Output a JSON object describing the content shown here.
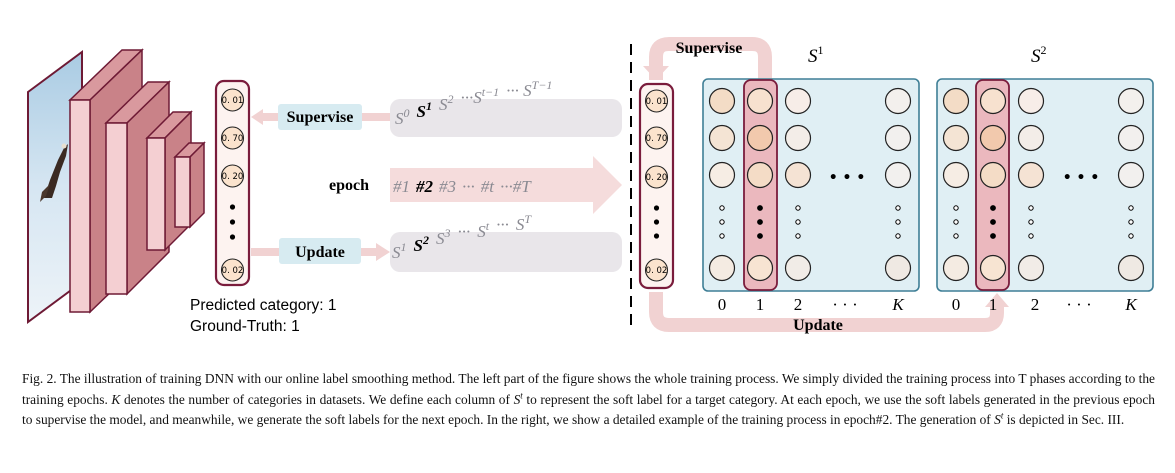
{
  "figure": {
    "pred_values": [
      "0. 01",
      "0. 70",
      "0. 20",
      "0. 02"
    ],
    "supervise_label": "Supervise",
    "update_label": "Update",
    "epoch_label": "epoch",
    "top_arrow": {
      "items": [
        {
          "base": "S",
          "sup": "0",
          "bold": false
        },
        {
          "base": "S",
          "sup": "1",
          "bold": true
        },
        {
          "base": "S",
          "sup": "2",
          "bold": false
        },
        {
          "base": "···S",
          "sup": "t−1",
          "bold": false
        },
        {
          "base": "··· S",
          "sup": "T−1",
          "bold": false
        }
      ]
    },
    "epoch_arrow": {
      "items": [
        {
          "text": "#1",
          "bold": false
        },
        {
          "text": "#2",
          "bold": true
        },
        {
          "text": "#3",
          "bold": false
        },
        {
          "text": "···",
          "bold": false
        },
        {
          "text": "#t",
          "bold": false
        },
        {
          "text": "···#T",
          "bold": false
        }
      ]
    },
    "bottom_arrow": {
      "items": [
        {
          "base": "S",
          "sup": "1",
          "bold": false
        },
        {
          "base": "S",
          "sup": "2",
          "bold": true
        },
        {
          "base": "S",
          "sup": "3",
          "bold": false
        },
        {
          "base": "···",
          "sup": "",
          "bold": false
        },
        {
          "base": "S",
          "sup": "t",
          "bold": false
        },
        {
          "base": "···",
          "sup": "",
          "bold": false
        },
        {
          "base": "S",
          "sup": "T",
          "bold": false
        }
      ]
    },
    "predicted_line": "Predicted category: 1",
    "ground_truth_line": "Ground-Truth: 1",
    "matrix_titles": [
      {
        "base": "S",
        "sup": "1"
      },
      {
        "base": "S",
        "sup": "2"
      }
    ],
    "column_labels": [
      "0",
      "1",
      "2",
      "· · ·",
      "K"
    ],
    "right_supervise_label": "Supervise",
    "right_update_label": "Update",
    "ellipsis": "• • •",
    "colors": {
      "pink_fill": "#f7e1e1",
      "pink_arrow": "#f1d2d2",
      "network_front": "#f4cfd2",
      "network_side": "#d9999e",
      "network_edge": "#6e1a35",
      "label_box": "#d7ebf1",
      "gray_box": "#e9e6ea",
      "matrix_fill": "#e0eff4",
      "matrix_border": "#3f7f96",
      "column_highlight": "#ebb8be",
      "dark_red": "#7a1c3c"
    }
  },
  "caption": {
    "label": "Fig. 2.",
    "segments": [
      {
        "t": "  The illustration of training DNN with our online label smoothing method. The left part of the figure shows the whole training process. We simply divided the training process into T phases according to the training epochs. "
      },
      {
        "t": "K",
        "style": "italic"
      },
      {
        "t": " denotes the number of categories in datasets. We define each column of "
      },
      {
        "t": "S",
        "style": "italic"
      },
      {
        "t": "t",
        "style": "sup"
      },
      {
        "t": " to represent the soft label for a target category. At each epoch, we use the soft labels generated in the previous epoch to supervise the model, and meanwhile, we generate the soft labels for the next epoch. In the right, we show a detailed example of the training process in epoch#2. The generation of "
      },
      {
        "t": "S",
        "style": "italic"
      },
      {
        "t": "t",
        "style": "sup"
      },
      {
        "t": " is depicted in Sec. III."
      }
    ]
  }
}
